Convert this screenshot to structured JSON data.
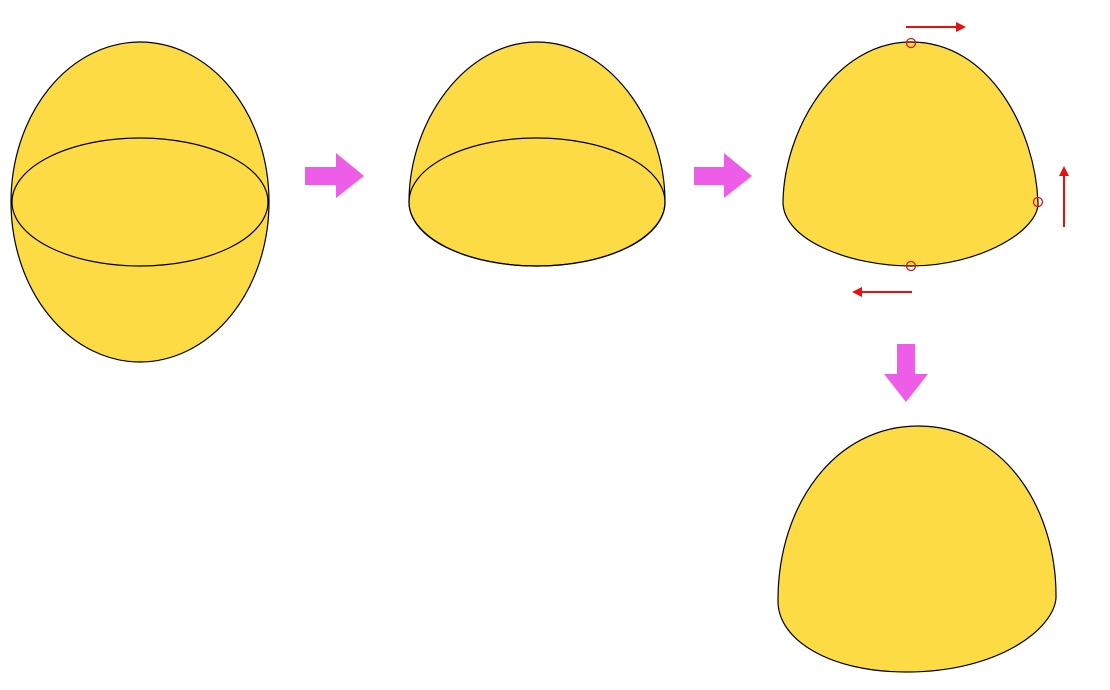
{
  "diagram": {
    "description_visible_text": [],
    "colors": {
      "shape_fill": "#FDDB45",
      "shape_stroke": "#000000",
      "step_arrow": "#EE5DE8",
      "control_marker": "#E61010",
      "background": "#FFFFFF"
    },
    "steps": [
      {
        "id": "full-ellipsoid",
        "shape": "ellipsoid cut by equatorial ellipse"
      },
      {
        "id": "half-ellipsoid",
        "shape": "upper dome with cross-section ellipse"
      },
      {
        "id": "dome-with-control-points",
        "shape": "dome outline with three control points and drag directions"
      },
      {
        "id": "skewed-dome",
        "shape": "deformed dome result"
      }
    ],
    "transitions": [
      {
        "from": "full-ellipsoid",
        "to": "half-ellipsoid",
        "icon": "arrow-right-icon"
      },
      {
        "from": "half-ellipsoid",
        "to": "dome-with-control-points",
        "icon": "arrow-right-icon"
      },
      {
        "from": "dome-with-control-points",
        "to": "skewed-dome",
        "icon": "arrow-down-icon"
      }
    ],
    "control_points": [
      {
        "name": "top",
        "drag_direction": "right"
      },
      {
        "name": "right",
        "drag_direction": "up"
      },
      {
        "name": "bottom",
        "drag_direction": "left"
      }
    ]
  }
}
